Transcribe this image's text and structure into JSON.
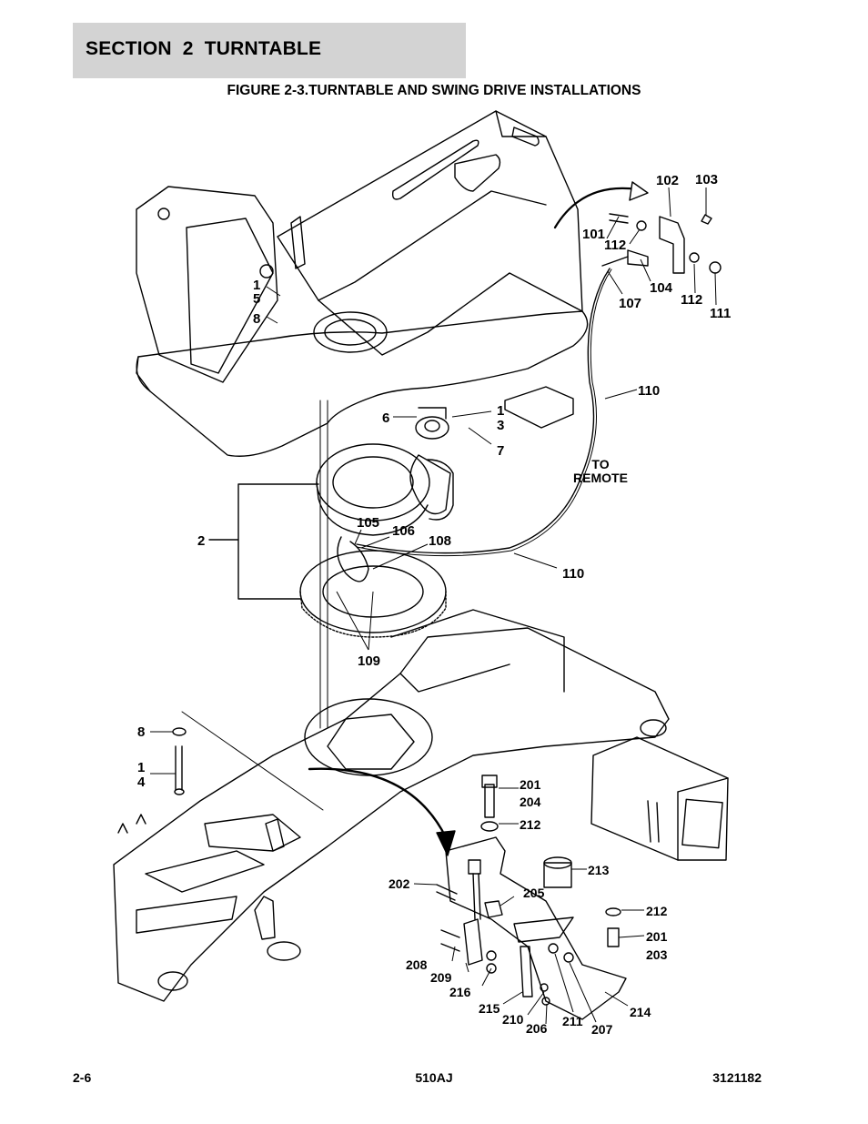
{
  "header": {
    "section_title": "SECTION 2   TURNTABLE",
    "figure_title": "FIGURE 2-3.TURNTABLE AND SWING DRIVE INSTALLATIONS"
  },
  "figure": {
    "note_line1": "TO",
    "note_line2": "REMOTE",
    "callouts": {
      "c1a": "1",
      "c5": "5",
      "c8a": "8",
      "c101": "101",
      "c102": "102",
      "c103": "103",
      "c104": "104",
      "c107": "107",
      "c110a": "110",
      "c111": "111",
      "c112a": "112",
      "c112b": "112",
      "c6": "6",
      "c1b": "1",
      "c3": "3",
      "c7": "7",
      "c2": "2",
      "c105": "105",
      "c106": "106",
      "c108": "108",
      "c110b": "110",
      "c109": "109",
      "c8b": "8",
      "c1c": "1",
      "c4": "4",
      "c201a": "201",
      "c204": "204",
      "c212a": "212",
      "c213": "213",
      "c202": "202",
      "c205": "205",
      "c212b": "212",
      "c201b": "201",
      "c203": "203",
      "c208": "208",
      "c209": "209",
      "c216": "216",
      "c215": "215",
      "c210": "210",
      "c206": "206",
      "c211": "211",
      "c207": "207",
      "c214": "214"
    }
  },
  "footer": {
    "page_number": "2-6",
    "model": "510AJ",
    "document_number": "3121182"
  }
}
